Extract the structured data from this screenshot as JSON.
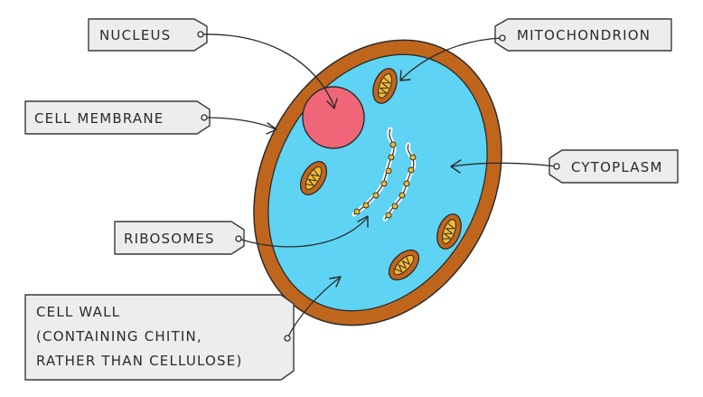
{
  "labels": {
    "nucleus": "NUCLEUS",
    "mitochondrion": "MITOCHONDRION",
    "cell_membrane": "CELL MEMBRANE",
    "cytoplasm": "CYTOPLASM",
    "ribosomes": "RIBOSOMES",
    "cell_wall": [
      "CELL WALL",
      "(CONTAINING CHITIN,",
      "RATHER THAN CELLULOSE)"
    ]
  },
  "colors": {
    "cell_wall": "#c0661c",
    "cytoplasm": "#5fd3f3",
    "nucleus": "#ee6677",
    "mitochondrion": "#c0661c",
    "mito_inner": "#f4b934",
    "ribosome": "#f4b934"
  }
}
